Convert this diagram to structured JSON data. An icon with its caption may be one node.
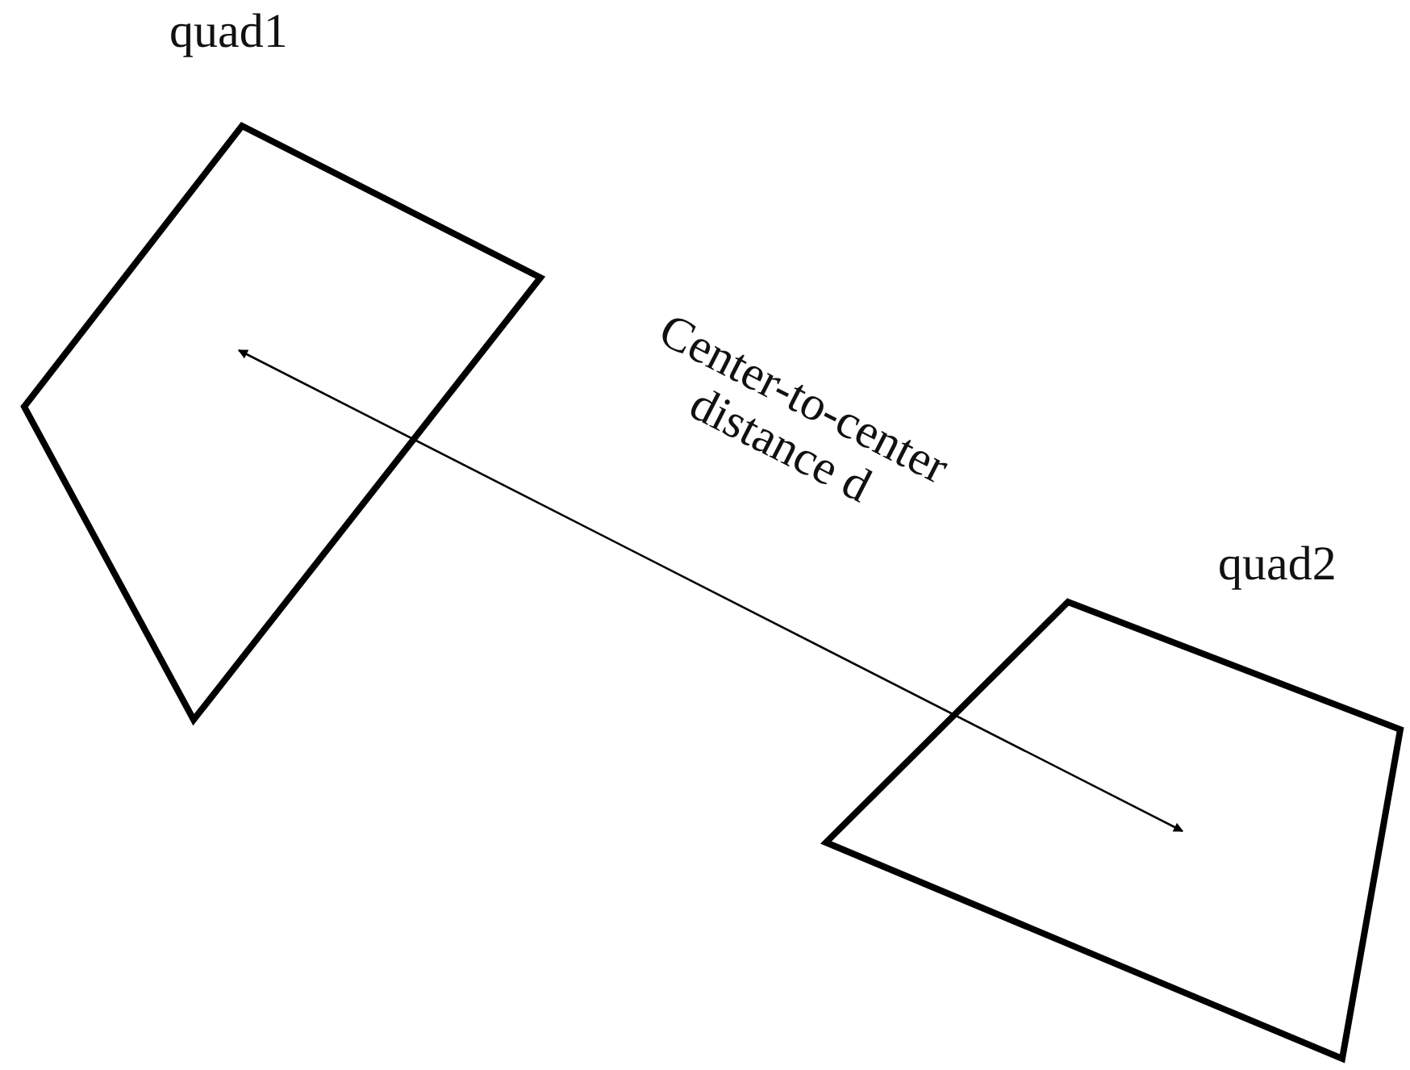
{
  "diagram": {
    "nodes": [
      {
        "text": [
          "quad1"
        ]
      },
      {
        "text": [
          "quad2"
        ]
      }
    ],
    "edges": [
      {
        "from": 0,
        "to": 1,
        "arrow": "both",
        "label": "Center-to-center distance d"
      }
    ]
  }
}
